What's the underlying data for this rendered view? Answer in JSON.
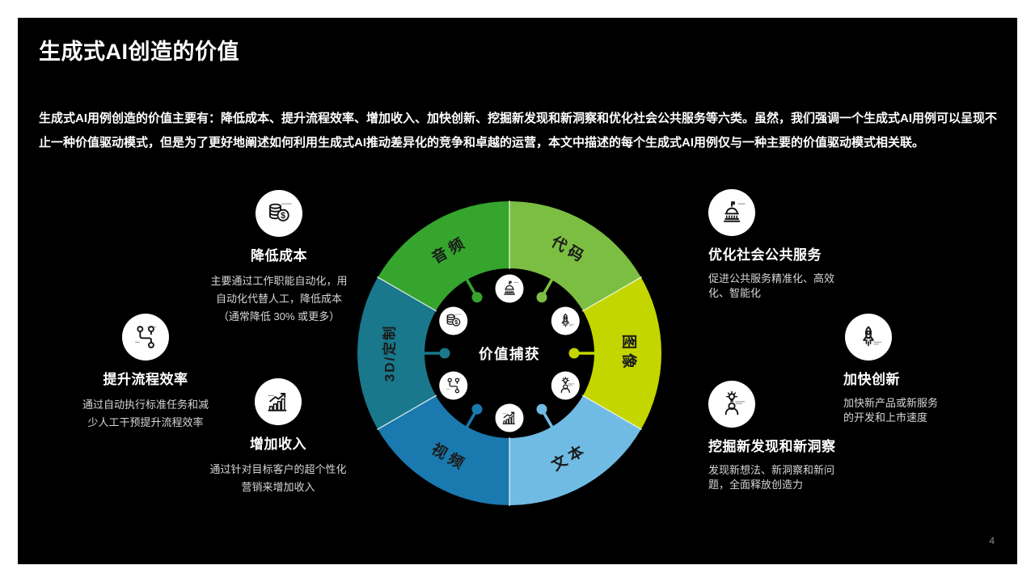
{
  "page": {
    "number": "4"
  },
  "slide": {
    "title": "生成式AI创造的价值",
    "intro": "生成式AI用例创造的价值主要有：降低成本、提升流程效率、增加收入、加快创新、挖掘新发现和新洞察和优化社会公共服务等六类。虽然，我们强调一个生成式AI用例可以呈现不止一种价值驱动模式，但是为了更好地阐述如何利用生成式AI推动差异化的竞争和卓越的运营，本文中描述的每个生成式AI用例仅与一种主要的价值驱动模式相关联。"
  },
  "cards": [
    {
      "icon": "coins",
      "title": "降低成本",
      "lines": [
        "主要通过工作职能自动化，用",
        "自动化代替人工，降低成本",
        "（通常降低 30% 或更多）"
      ]
    },
    {
      "icon": "process",
      "title": "提升流程效率",
      "lines": [
        "通过自动执行标准任务和减",
        "少人工干预提升流程效率"
      ]
    },
    {
      "icon": "bars",
      "title": "增加收入",
      "lines": [
        "通过针对目标客户的超个性化",
        "营销来增加收入"
      ]
    },
    {
      "icon": "capitol",
      "title": "优化社会公共服务",
      "lines": [
        "促进公共服务精准化、高效",
        "化、智能化"
      ]
    },
    {
      "icon": "rocket",
      "title": "加快创新",
      "lines": [
        "加快新产品或新服务",
        "的开发和上市速度"
      ]
    },
    {
      "icon": "person-bulb",
      "title": "挖掘新发现和新洞察",
      "lines": [
        "发现新想法、新洞察和新问",
        "题，全面释放创造力"
      ]
    }
  ],
  "chart_data": {
    "type": "donut",
    "center_label": "价值捕获",
    "note": "six equal 60-degree modality segments around a value-capture hub",
    "segments": [
      {
        "label": "代码",
        "color": "#7CBE41",
        "start_deg": 30,
        "end_deg": 90
      },
      {
        "label": "音频",
        "color": "#35A52E",
        "start_deg": 90,
        "end_deg": 150
      },
      {
        "label": "3D/定制",
        "color": "#19788B",
        "start_deg": 150,
        "end_deg": 210
      },
      {
        "label": "视频",
        "color": "#1A79AE",
        "start_deg": 210,
        "end_deg": 270
      },
      {
        "label": "文本",
        "color": "#70BBE3",
        "start_deg": 270,
        "end_deg": 330
      },
      {
        "label": "图像",
        "color": "#C3D600",
        "start_deg": 330,
        "end_deg": 390
      }
    ],
    "inner_icons": [
      {
        "icon": "capitol",
        "angle_deg": 90
      },
      {
        "icon": "rocket",
        "angle_deg": 30
      },
      {
        "icon": "person-bulb",
        "angle_deg": 330
      },
      {
        "icon": "bars",
        "angle_deg": 270
      },
      {
        "icon": "process",
        "angle_deg": 210
      },
      {
        "icon": "coins",
        "angle_deg": 150
      }
    ],
    "geometry_hint": {
      "outer_r": 188,
      "inner_r": 105,
      "label_r": 148,
      "icon_r": 80,
      "line_end_r": 119
    }
  }
}
